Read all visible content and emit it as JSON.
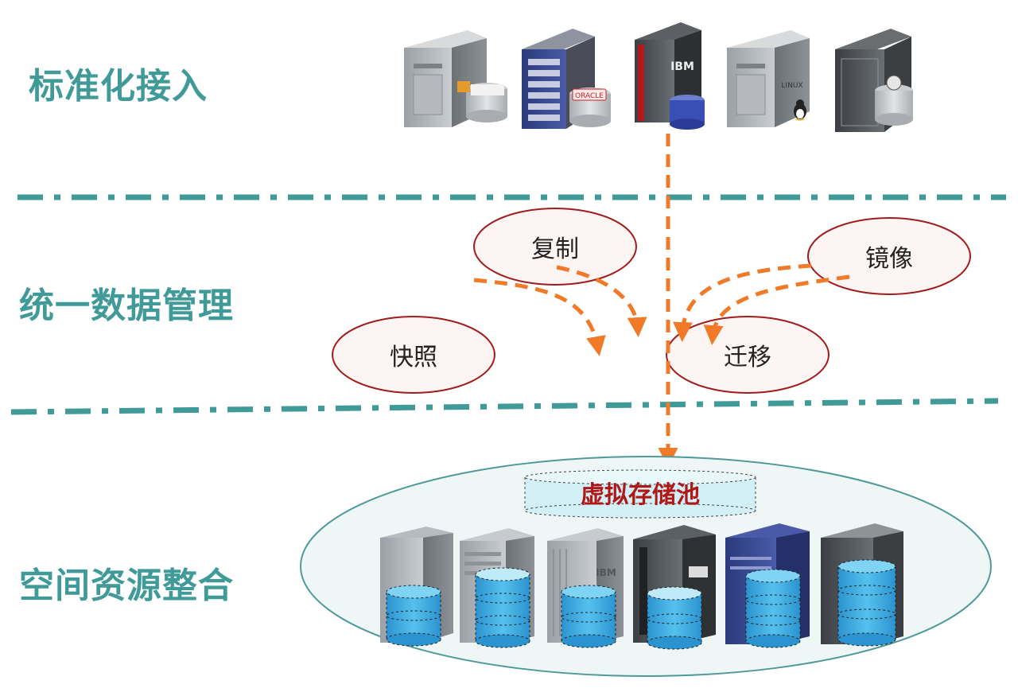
{
  "layers": {
    "access": "标准化接入",
    "management": "统一数据管理",
    "integration": "空间资源整合"
  },
  "operations": {
    "copy": "复制",
    "mirror": "镜像",
    "snapshot": "快照",
    "migrate": "迁移"
  },
  "pool": {
    "label": "虚拟存储池"
  },
  "server_logos": [
    "IBM",
    "LINUX",
    "ORACLE"
  ],
  "colors": {
    "layer_text": "#3f9a98",
    "divider": "#3f9a98",
    "arrow": "#f07a28",
    "ellipse_border": "#a11c1c",
    "pool_text": "#b01818",
    "pool_ellipse_fill": "#eef6f6",
    "pool_ellipse_border": "#4f9a98",
    "disk_fill": "#3aaee0"
  },
  "icons": [
    "server-icon",
    "database-icon",
    "storage-array-icon",
    "linux-penguin-icon"
  ]
}
